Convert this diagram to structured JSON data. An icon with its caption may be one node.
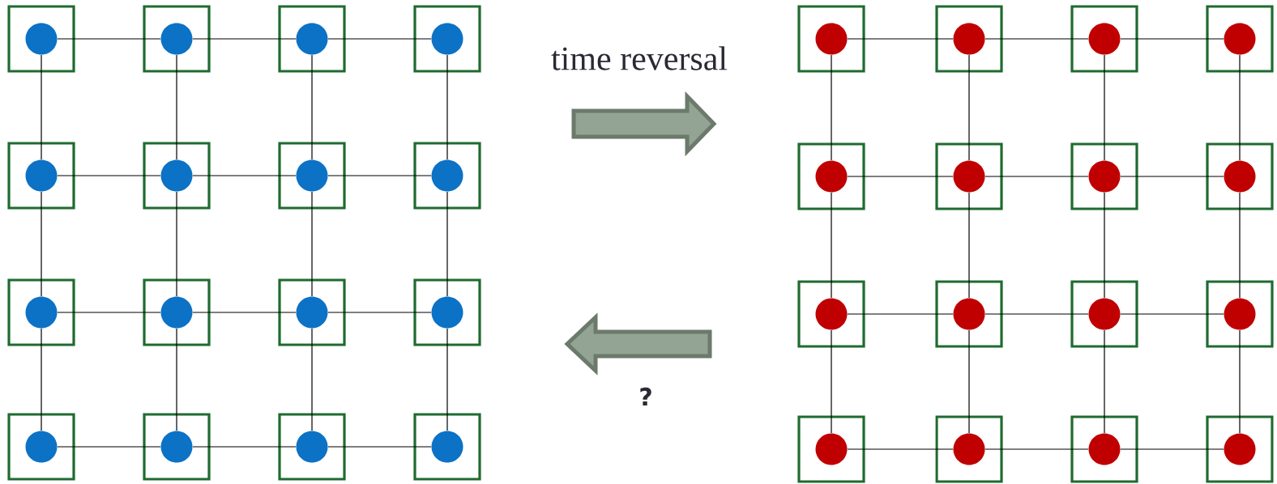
{
  "diagram": {
    "nodes": [
      {
        "text": [],
        "shape": "box"
      },
      {
        "text": [],
        "shape": "circle",
        "in": 0
      },
      {
        "text": [],
        "shape": "box"
      },
      {
        "text": [],
        "shape": "circle",
        "in": 2
      },
      {
        "text": [],
        "shape": "box"
      },
      {
        "text": [],
        "shape": "circle",
        "in": 4
      },
      {
        "text": [],
        "shape": "box"
      },
      {
        "text": [],
        "shape": "circle",
        "in": 6
      },
      {
        "text": [],
        "shape": "box"
      },
      {
        "text": [],
        "shape": "circle",
        "in": 8
      },
      {
        "text": [],
        "shape": "box"
      },
      {
        "text": [],
        "shape": "circle",
        "in": 10
      },
      {
        "text": [],
        "shape": "box"
      },
      {
        "text": [],
        "shape": "circle",
        "in": 12
      },
      {
        "text": [],
        "shape": "box"
      },
      {
        "text": [],
        "shape": "circle",
        "in": 14
      },
      {
        "text": [],
        "shape": "box"
      },
      {
        "text": [],
        "shape": "circle",
        "in": 16
      },
      {
        "text": [],
        "shape": "box"
      },
      {
        "text": [],
        "shape": "circle",
        "in": 18
      },
      {
        "text": [],
        "shape": "box"
      },
      {
        "text": [],
        "shape": "circle",
        "in": 20
      },
      {
        "text": [],
        "shape": "box"
      },
      {
        "text": [],
        "shape": "circle",
        "in": 22
      },
      {
        "text": [],
        "shape": "box"
      },
      {
        "text": [],
        "shape": "circle",
        "in": 24
      },
      {
        "text": [],
        "shape": "box"
      },
      {
        "text": [],
        "shape": "circle",
        "in": 26
      },
      {
        "text": [],
        "shape": "box"
      },
      {
        "text": [],
        "shape": "circle",
        "in": 28
      },
      {
        "text": [],
        "shape": "box"
      },
      {
        "text": [],
        "shape": "circle",
        "in": 30
      },
      {
        "text": [],
        "shape": "box"
      },
      {
        "text": [],
        "shape": "circle",
        "in": 32
      },
      {
        "text": [],
        "shape": "box"
      },
      {
        "text": [],
        "shape": "circle",
        "in": 34
      },
      {
        "text": [],
        "shape": "box"
      },
      {
        "text": [],
        "shape": "circle",
        "in": 36
      },
      {
        "text": [],
        "shape": "box"
      },
      {
        "text": [],
        "shape": "circle",
        "in": 38
      },
      {
        "text": [],
        "shape": "box"
      },
      {
        "text": [],
        "shape": "circle",
        "in": 40
      },
      {
        "text": [],
        "shape": "box"
      },
      {
        "text": [],
        "shape": "circle",
        "in": 42
      },
      {
        "text": [],
        "shape": "box"
      },
      {
        "text": [],
        "shape": "circle",
        "in": 44
      },
      {
        "text": [],
        "shape": "box"
      },
      {
        "text": [],
        "shape": "circle",
        "in": 46
      },
      {
        "text": [],
        "shape": "box"
      },
      {
        "text": [],
        "shape": "circle",
        "in": 48
      },
      {
        "text": [],
        "shape": "box"
      },
      {
        "text": [],
        "shape": "circle",
        "in": 50
      },
      {
        "text": [],
        "shape": "box"
      },
      {
        "text": [],
        "shape": "circle",
        "in": 52
      },
      {
        "text": [],
        "shape": "box"
      },
      {
        "text": [],
        "shape": "circle",
        "in": 54
      },
      {
        "text": [],
        "shape": "box"
      },
      {
        "text": [],
        "shape": "circle",
        "in": 56
      },
      {
        "text": [],
        "shape": "box"
      },
      {
        "text": [],
        "shape": "circle",
        "in": 58
      },
      {
        "text": [],
        "shape": "box"
      },
      {
        "text": [],
        "shape": "circle",
        "in": 60
      },
      {
        "text": [],
        "shape": "box"
      },
      {
        "text": [],
        "shape": "circle",
        "in": 62
      }
    ],
    "edges": [
      {
        "from": 1,
        "to": 3,
        "arrow": "none"
      },
      {
        "from": 3,
        "to": 5,
        "arrow": "none"
      },
      {
        "from": 5,
        "to": 7,
        "arrow": "none"
      },
      {
        "from": 9,
        "to": 11,
        "arrow": "none"
      },
      {
        "from": 11,
        "to": 13,
        "arrow": "none"
      },
      {
        "from": 13,
        "to": 15,
        "arrow": "none"
      },
      {
        "from": 17,
        "to": 19,
        "arrow": "none"
      },
      {
        "from": 19,
        "to": 21,
        "arrow": "none"
      },
      {
        "from": 21,
        "to": 23,
        "arrow": "none"
      },
      {
        "from": 25,
        "to": 27,
        "arrow": "none"
      },
      {
        "from": 27,
        "to": 29,
        "arrow": "none"
      },
      {
        "from": 29,
        "to": 31,
        "arrow": "none"
      },
      {
        "from": 1,
        "to": 9,
        "arrow": "none"
      },
      {
        "from": 9,
        "to": 17,
        "arrow": "none"
      },
      {
        "from": 17,
        "to": 25,
        "arrow": "none"
      },
      {
        "from": 3,
        "to": 11,
        "arrow": "none"
      },
      {
        "from": 11,
        "to": 19,
        "arrow": "none"
      },
      {
        "from": 19,
        "to": 27,
        "arrow": "none"
      },
      {
        "from": 5,
        "to": 13,
        "arrow": "none"
      },
      {
        "from": 13,
        "to": 21,
        "arrow": "none"
      },
      {
        "from": 21,
        "to": 29,
        "arrow": "none"
      },
      {
        "from": 7,
        "to": 15,
        "arrow": "none"
      },
      {
        "from": 15,
        "to": 23,
        "arrow": "none"
      },
      {
        "from": 23,
        "to": 31,
        "arrow": "none"
      },
      {
        "from": 33,
        "to": 35,
        "arrow": "none"
      },
      {
        "from": 35,
        "to": 37,
        "arrow": "none"
      },
      {
        "from": 37,
        "to": 39,
        "arrow": "none"
      },
      {
        "from": 41,
        "to": 43,
        "arrow": "none"
      },
      {
        "from": 43,
        "to": 45,
        "arrow": "none"
      },
      {
        "from": 45,
        "to": 47,
        "arrow": "none"
      },
      {
        "from": 49,
        "to": 51,
        "arrow": "none"
      },
      {
        "from": 51,
        "to": 53,
        "arrow": "none"
      },
      {
        "from": 53,
        "to": 55,
        "arrow": "none"
      },
      {
        "from": 57,
        "to": 59,
        "arrow": "none"
      },
      {
        "from": 59,
        "to": 61,
        "arrow": "none"
      },
      {
        "from": 61,
        "to": 63,
        "arrow": "none"
      },
      {
        "from": 33,
        "to": 41,
        "arrow": "none"
      },
      {
        "from": 41,
        "to": 49,
        "arrow": "none"
      },
      {
        "from": 49,
        "to": 57,
        "arrow": "none"
      },
      {
        "from": 35,
        "to": 43,
        "arrow": "none"
      },
      {
        "from": 43,
        "to": 51,
        "arrow": "none"
      },
      {
        "from": 51,
        "to": 59,
        "arrow": "none"
      },
      {
        "from": 37,
        "to": 45,
        "arrow": "none"
      },
      {
        "from": 45,
        "to": 53,
        "arrow": "none"
      },
      {
        "from": 53,
        "to": 61,
        "arrow": "none"
      },
      {
        "from": 39,
        "to": 47,
        "arrow": "none"
      },
      {
        "from": 47,
        "to": 55,
        "arrow": "none"
      },
      {
        "from": 55,
        "to": 63,
        "arrow": "none"
      }
    ],
    "labels": [
      "time reversal",
      "?"
    ]
  }
}
